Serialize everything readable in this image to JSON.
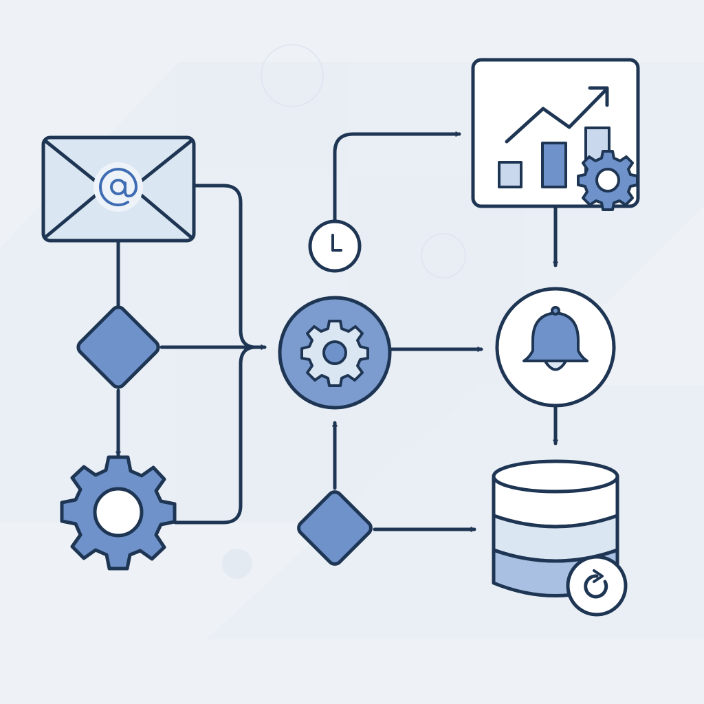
{
  "diagram": {
    "type": "workflow-automation",
    "colors": {
      "background": "#eef2f7",
      "stroke": "#1e3553",
      "accent_fill": "#6e92c9",
      "light_fill": "#dbe6f3",
      "white": "#ffffff"
    },
    "nodes": [
      {
        "id": "email",
        "icon": "envelope-at-icon"
      },
      {
        "id": "decision-1",
        "icon": "diamond-icon"
      },
      {
        "id": "gear-1",
        "icon": "gear-icon"
      },
      {
        "id": "processor",
        "icon": "gear-circle-icon"
      },
      {
        "id": "schedule",
        "icon": "clock-icon"
      },
      {
        "id": "analytics",
        "icon": "bar-chart-trend-icon"
      },
      {
        "id": "notification",
        "icon": "bell-icon"
      },
      {
        "id": "decision-2",
        "icon": "diamond-icon"
      },
      {
        "id": "database",
        "icon": "database-sync-icon"
      }
    ]
  }
}
